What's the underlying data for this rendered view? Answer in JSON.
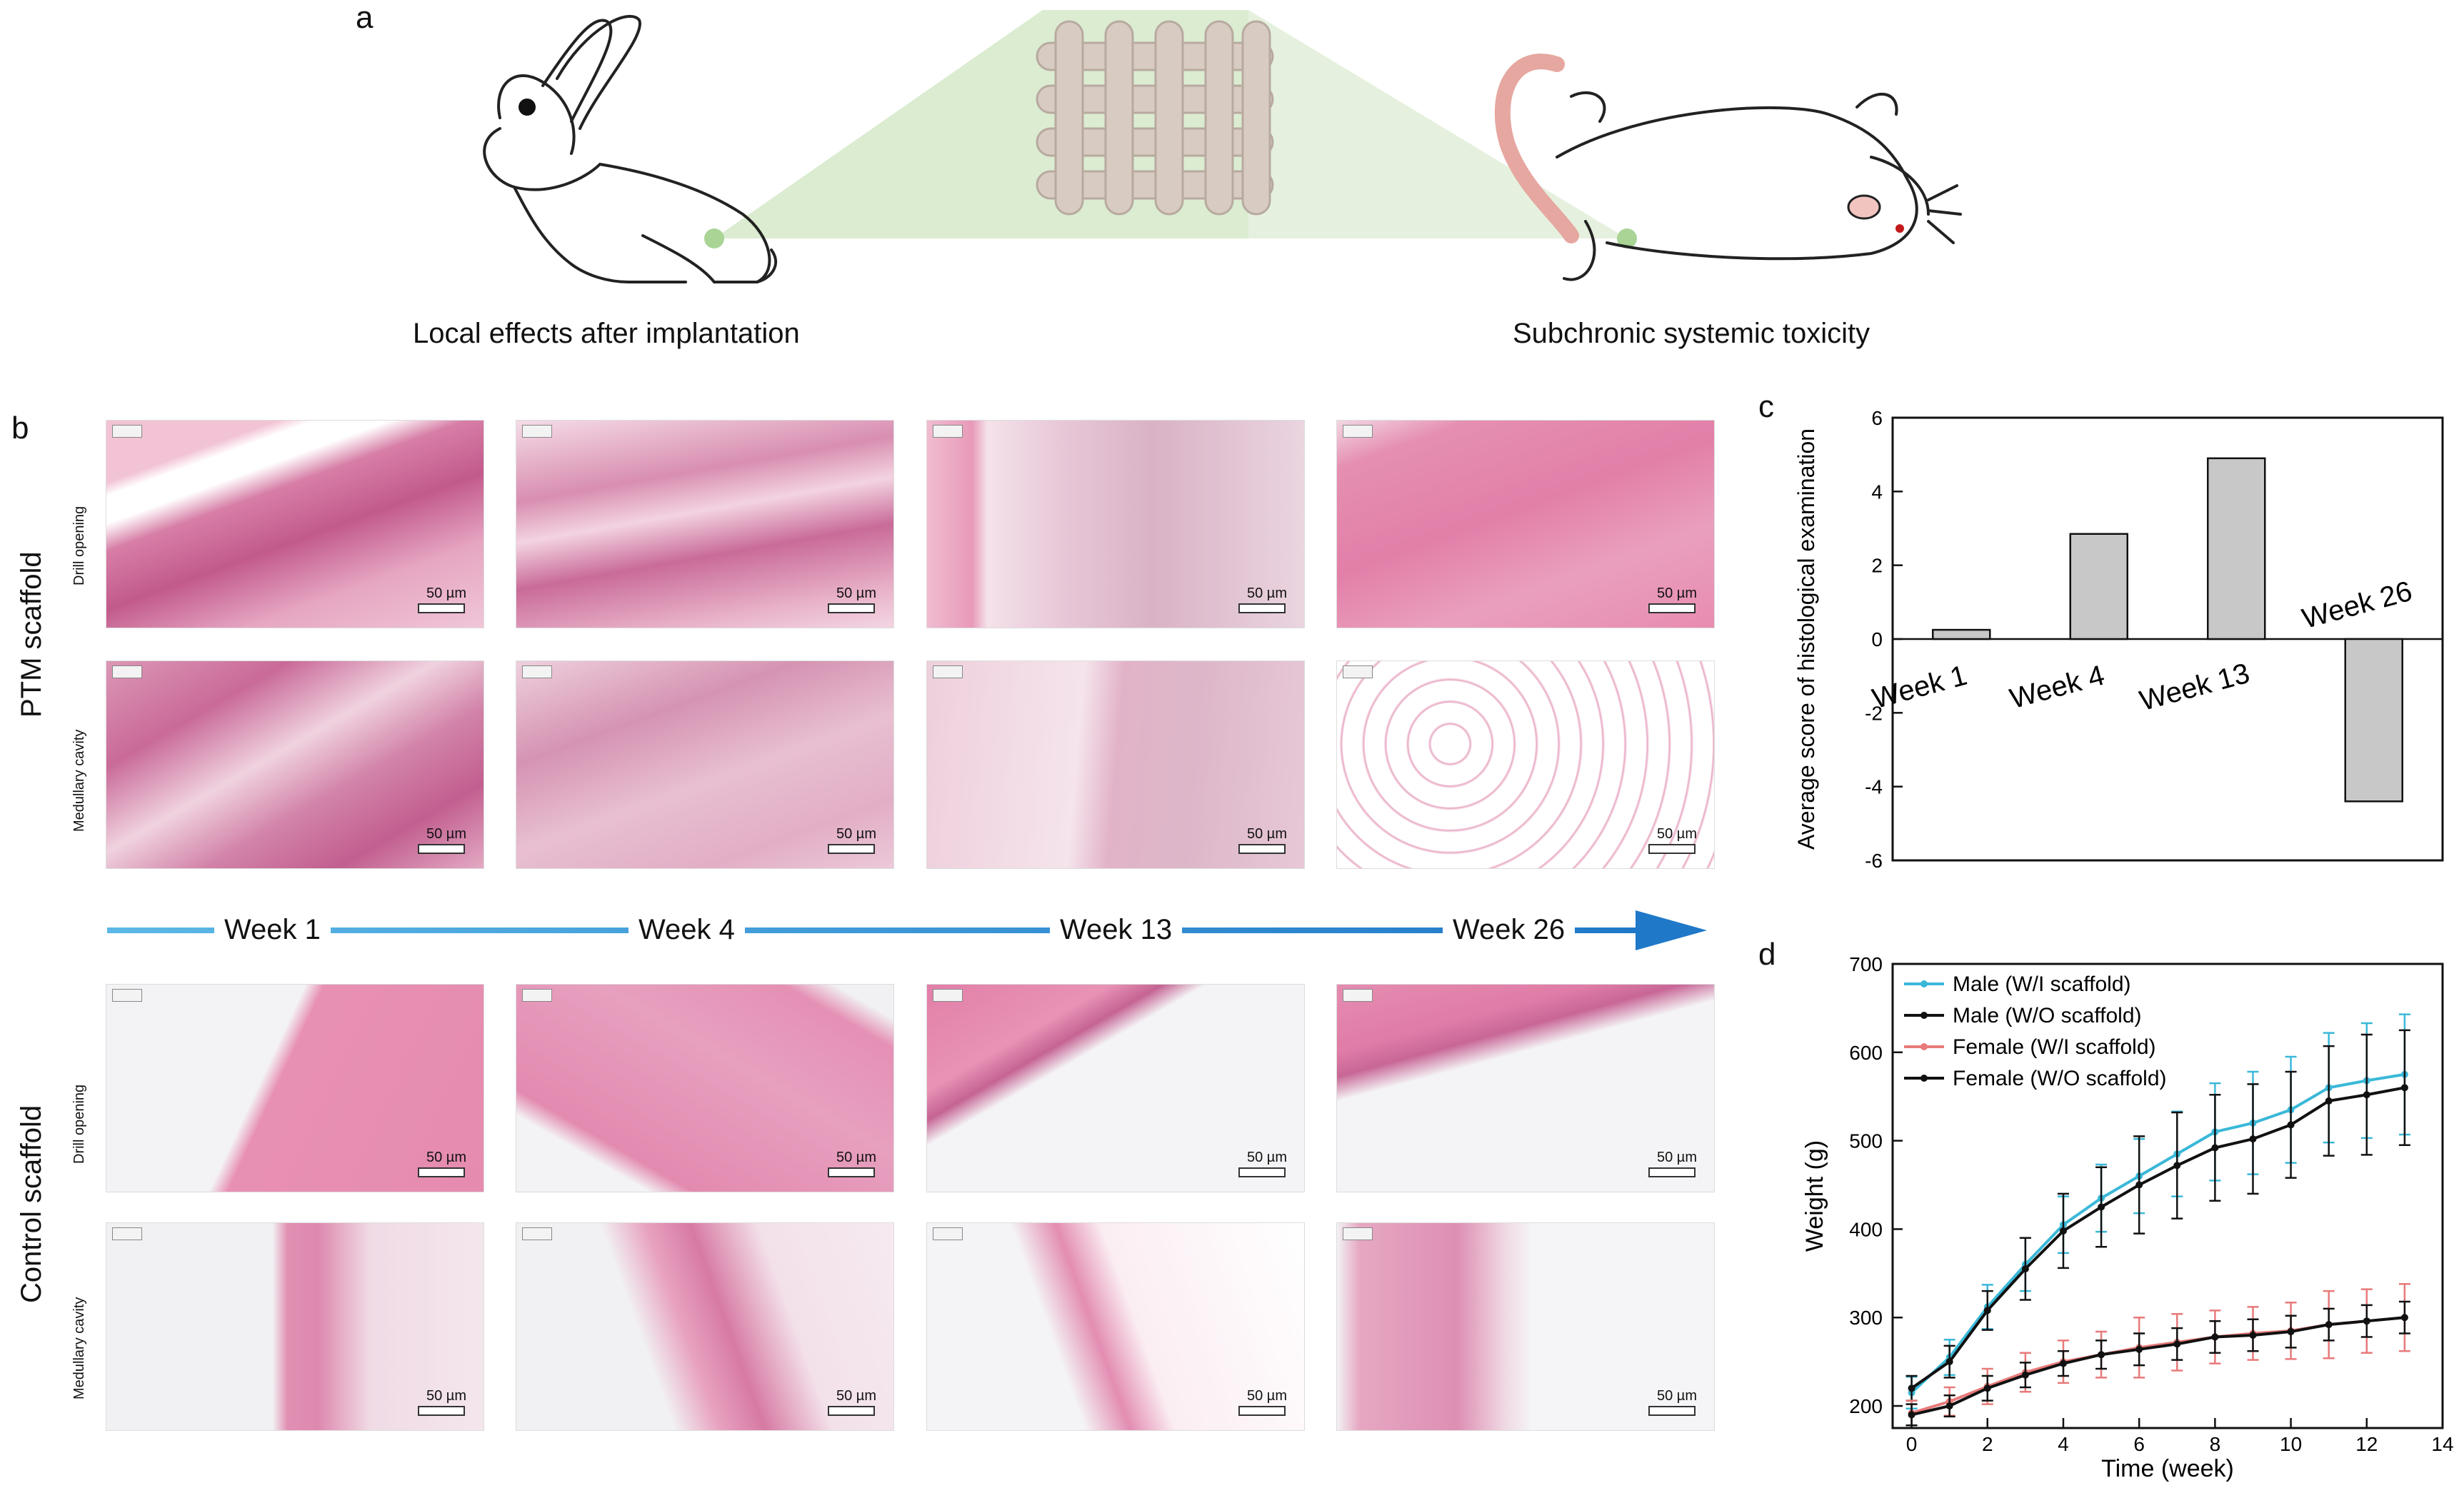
{
  "panel_a": {
    "letter": "a",
    "left_caption": "Local effects after implantation",
    "right_caption": "Subchronic systemic toxicity"
  },
  "panel_b": {
    "letter": "b",
    "group_top": "PTM scaffold",
    "group_bottom": "Control scaffold",
    "row_drill": "Drill opening",
    "row_medullary": "Medullary cavity",
    "scale": "50 µm",
    "weeks": [
      "Week 1",
      "Week 4",
      "Week 13",
      "Week 26"
    ],
    "arrow_colors": [
      "#5bb8e6",
      "#1f78c8"
    ]
  },
  "panel_c": {
    "letter": "c"
  },
  "panel_d": {
    "letter": "d"
  },
  "chart_data": [
    {
      "type": "bar",
      "categories": [
        "Week 1",
        "Week 4",
        "Week 13",
        "Week 26"
      ],
      "values": [
        0.25,
        2.85,
        4.9,
        -4.4
      ],
      "ylabel": "Average score of histological examination",
      "ylim": [
        -6,
        6
      ],
      "yticks": [
        -6,
        -4,
        -2,
        0,
        2,
        4,
        6
      ],
      "bar_color": "#c8c8c8"
    },
    {
      "type": "line",
      "xlabel": "Time (week)",
      "ylabel": "Weight (g)",
      "xlim": [
        -0.5,
        14
      ],
      "ylim": [
        175,
        700
      ],
      "xticks": [
        0,
        2,
        4,
        6,
        8,
        10,
        12,
        14
      ],
      "yticks": [
        200,
        300,
        400,
        500,
        600,
        700
      ],
      "legend_position": "top-left",
      "x": [
        0,
        1,
        2,
        3,
        4,
        5,
        6,
        7,
        8,
        9,
        10,
        11,
        12,
        13
      ],
      "series": [
        {
          "name": "Male (W/I scaffold)",
          "color": "#3ab8d8",
          "values": [
            215,
            255,
            312,
            360,
            405,
            435,
            460,
            485,
            510,
            520,
            535,
            560,
            568,
            575
          ],
          "errors": [
            18,
            20,
            25,
            30,
            32,
            38,
            42,
            48,
            55,
            58,
            60,
            62,
            65,
            68
          ]
        },
        {
          "name": "Male (W/O scaffold)",
          "color": "#111111",
          "values": [
            220,
            250,
            308,
            355,
            398,
            425,
            450,
            472,
            492,
            502,
            518,
            545,
            552,
            560
          ],
          "errors": [
            14,
            18,
            22,
            35,
            42,
            45,
            55,
            60,
            60,
            62,
            60,
            62,
            68,
            65
          ]
        },
        {
          "name": "Female (W/I scaffold)",
          "color": "#e87a7a",
          "values": [
            192,
            205,
            222,
            238,
            250,
            258,
            266,
            272,
            278,
            282,
            285,
            292,
            296,
            300
          ],
          "errors": [
            14,
            16,
            20,
            22,
            24,
            26,
            34,
            32,
            30,
            30,
            32,
            38,
            36,
            38
          ]
        },
        {
          "name": "Female (W/O scaffold)",
          "color": "#111111",
          "values": [
            190,
            200,
            220,
            235,
            248,
            258,
            264,
            270,
            278,
            280,
            284,
            292,
            296,
            300
          ],
          "errors": [
            12,
            12,
            14,
            14,
            14,
            16,
            18,
            18,
            18,
            18,
            18,
            18,
            18,
            18
          ]
        }
      ]
    }
  ]
}
